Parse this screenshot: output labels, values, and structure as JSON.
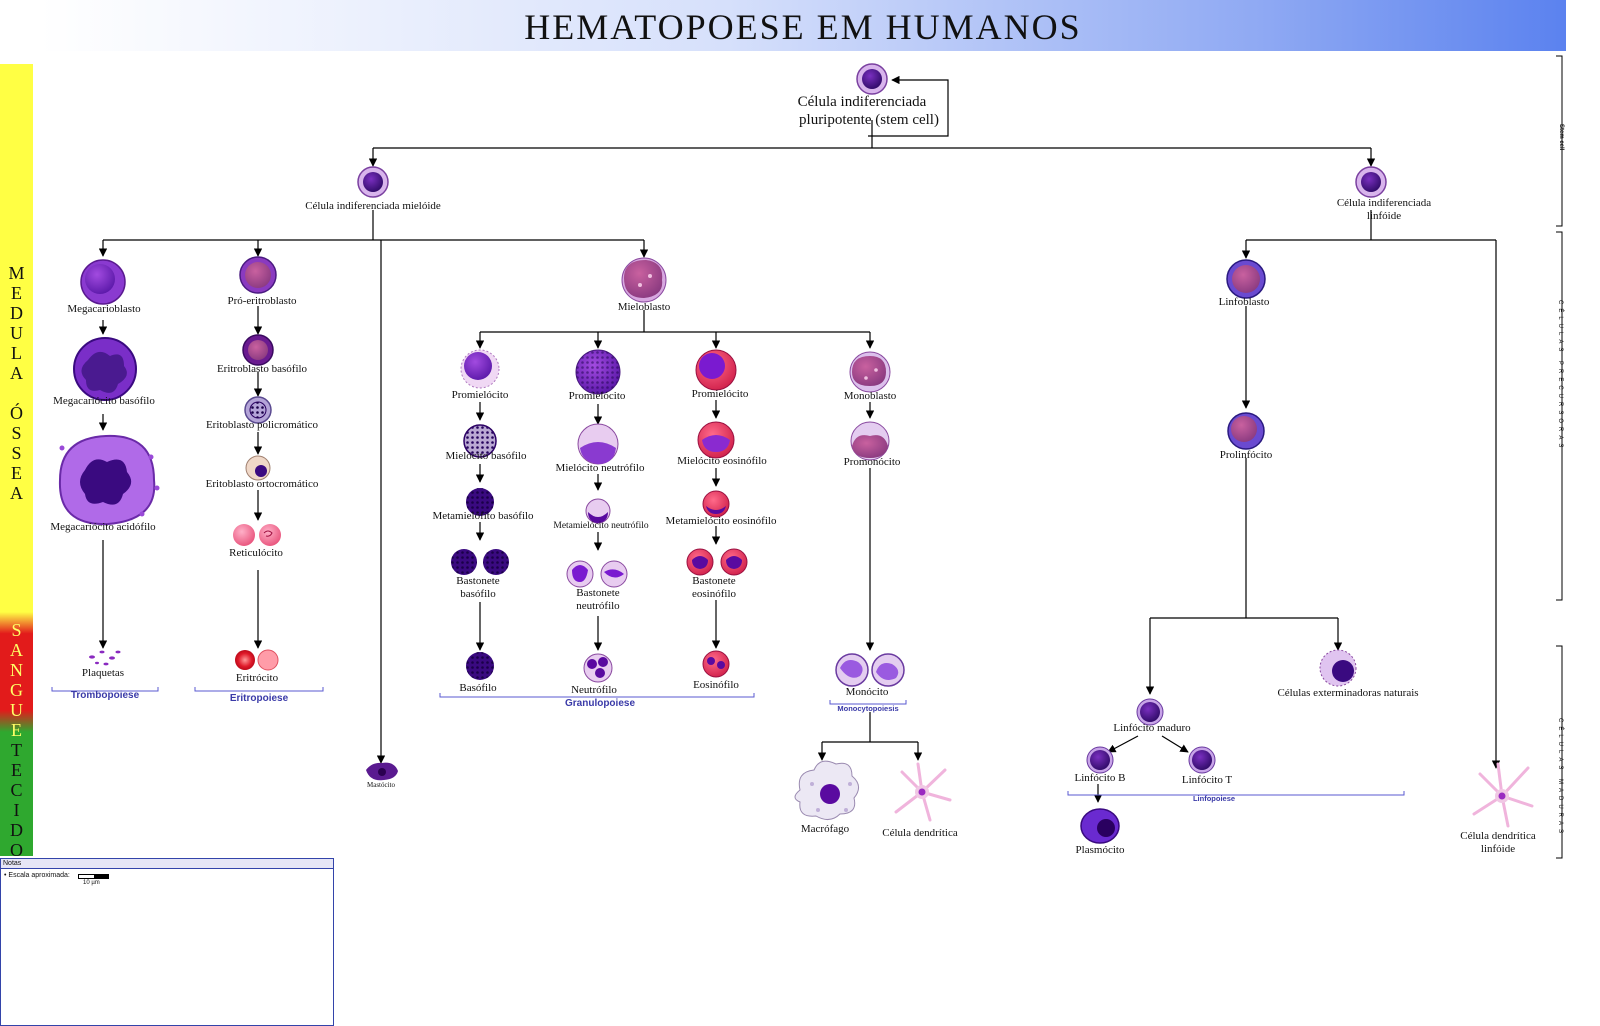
{
  "title": "HEMATOPOESE EM HUMANOS",
  "zones": [
    {
      "letters": "MEDULA ÓSSEA",
      "color": "#ffff33"
    },
    {
      "letters": "SANGUE",
      "color": "#e21b1b"
    },
    {
      "letters": "TECIDO",
      "color": "#2fa82f"
    }
  ],
  "side_labels": {
    "stem": "Stem cell",
    "precursor": "CÉLULAS PRECURSORAS",
    "mature": "CÉLULAS MADURAS"
  },
  "stem_cell": {
    "line1": "Célula indiferenciada",
    "line2": "pluripotente (stem cell)"
  },
  "myeloid_progenitor": "Célula indiferenciada mielóide",
  "lymphoid_progenitor": {
    "line1": "Célula indiferenciada",
    "line2": "linfóide"
  },
  "megakaryocyte_line": {
    "megakaryoblast": "Megacarioblasto",
    "basophilic": "Megacariócito basófilo",
    "acidophilic": "Megacariócito acidófilo",
    "platelets": "Plaquetas",
    "group": "Trombopoiese"
  },
  "erythroid_line": {
    "proerythroblast": "Pró-eritroblasto",
    "basophilic": "Eritroblasto basófilo",
    "polychromatic": "Eritoblasto policromático",
    "orthochromatic": "Eritoblasto ortocromático",
    "reticulocyte": "Reticulócito",
    "erythrocyte": "Eritrócito",
    "group": "Eritropoiese"
  },
  "mast_cell": "Mastócito",
  "myeloblast": "Mieloblasto",
  "basophil_line": {
    "promyelocyte": "Promielócito",
    "myelocyte": "Mielócito basófilo",
    "metamyelocyte": "Metamielófito basófilo",
    "band": [
      "Bastonete",
      "basófilo"
    ],
    "mature": "Basófilo"
  },
  "neutrophil_line": {
    "promyelocyte": "Promielócito",
    "myelocyte": "Mielócito neutrófilo",
    "metamyelocyte": "Metamielócito neutrófilo",
    "band": [
      "Bastonete",
      "neutrófilo"
    ],
    "mature": "Neutrófilo"
  },
  "eosinophil_line": {
    "promyelocyte": "Promielócito",
    "myelocyte": "Mielócito eosinófilo",
    "metamyelocyte": "Metamielócito eosinófilo",
    "band": [
      "Bastonete",
      "eosinófilo"
    ],
    "mature": "Eosinófilo"
  },
  "granulopoiesis_group": "Granulopoiese",
  "monocyte_line": {
    "monoblast": "Monoblasto",
    "promonocyte": "Promonócito",
    "monocyte": "Monócito",
    "group": "Monocytopoiesis",
    "macrophage": "Macrófago",
    "dendritic": "Célula dendrítica"
  },
  "lymphoid_line": {
    "lymphoblast": "Linfoblasto",
    "prolymphocyte": "Prolinfócito",
    "nk": "Células exterminadoras naturais",
    "mature": "Linfócito maduro",
    "b": "Linfócito B",
    "t": "Linfócito T",
    "plasma": "Plasmócito",
    "group": "Linfopoiese",
    "lymphoid_dendritic": {
      "line1": "Célula dendrítica",
      "line2": "linfóide"
    }
  },
  "notes": {
    "header": "Notas",
    "scale_label": "• Escala aproximada:",
    "scale_unit": "10 µm"
  }
}
